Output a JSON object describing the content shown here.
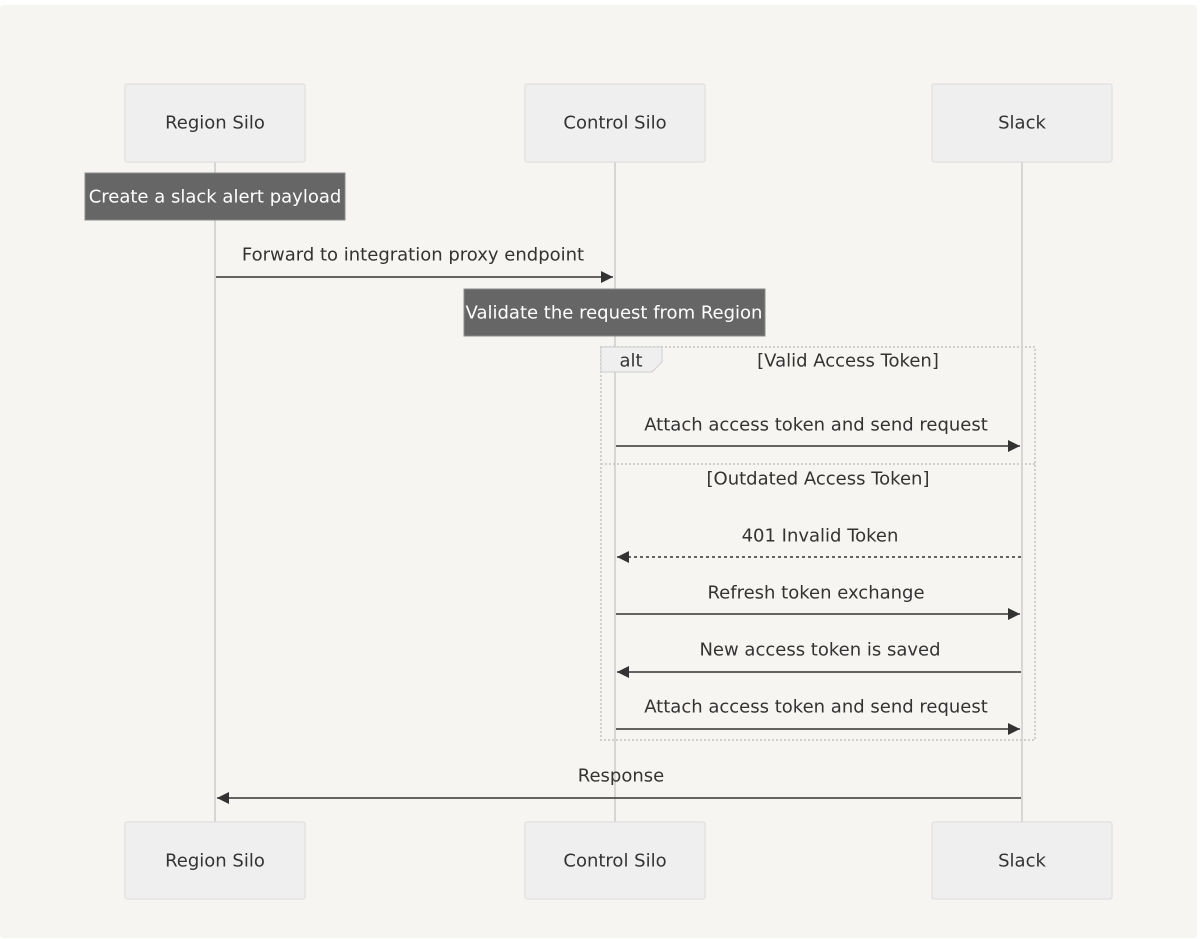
{
  "participants": [
    {
      "id": "region",
      "label": "Region Silo"
    },
    {
      "id": "control",
      "label": "Control Silo"
    },
    {
      "id": "slack",
      "label": "Slack"
    }
  ],
  "notes": [
    {
      "label": "Create a slack alert payload"
    },
    {
      "label": "Validate the request from Region"
    }
  ],
  "messages": [
    {
      "label": "Forward to integration proxy endpoint",
      "from": "region",
      "to": "control",
      "style": "solid"
    },
    {
      "label": "Attach access token and send request",
      "from": "control",
      "to": "slack",
      "style": "solid"
    },
    {
      "label": "401 Invalid Token",
      "from": "slack",
      "to": "control",
      "style": "dashed"
    },
    {
      "label": "Refresh token exchange",
      "from": "control",
      "to": "slack",
      "style": "solid"
    },
    {
      "label": "New access token is saved",
      "from": "slack",
      "to": "control",
      "style": "solid"
    },
    {
      "label": "Attach access token and send request",
      "from": "control",
      "to": "slack",
      "style": "solid"
    },
    {
      "label": "Response",
      "from": "slack",
      "to": "region",
      "style": "solid"
    }
  ],
  "alt_frame": {
    "keyword": "alt",
    "conditions": [
      "[Valid Access Token]",
      "[Outdated Access Token]"
    ]
  },
  "colors": {
    "background": "#f6f5f1",
    "actor_fill": "#efefef",
    "note_fill": "#666666",
    "line": "#333333"
  }
}
